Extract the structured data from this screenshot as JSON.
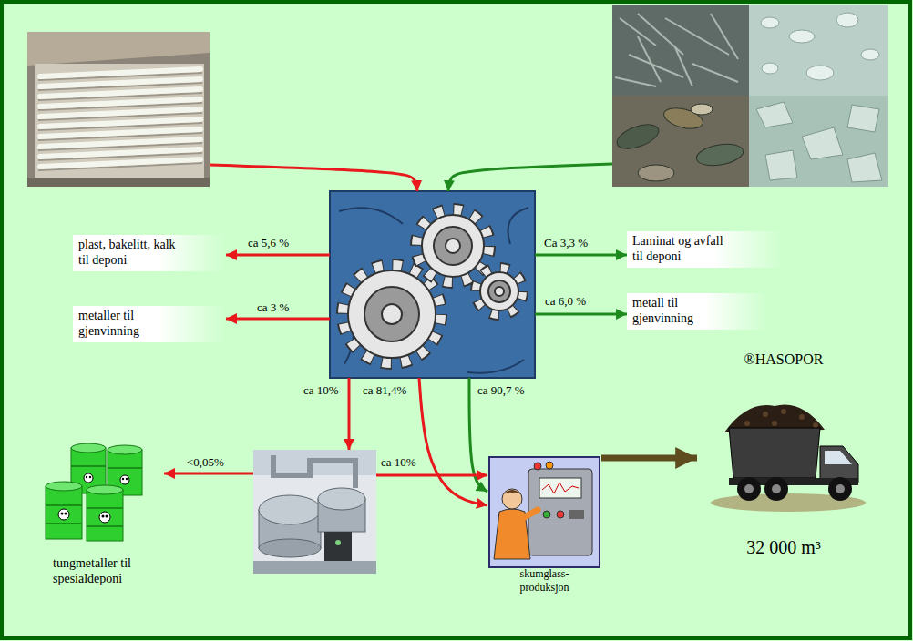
{
  "diagram": {
    "nodes": [
      {
        "text": []
      },
      {
        "text": []
      },
      {
        "text": []
      },
      {
        "text": [
          "plast, bakelitt, kalk til deponi"
        ]
      },
      {
        "text": [
          "metaller til gjenvinning"
        ]
      },
      {
        "text": [
          "Laminat og avfall til deponi"
        ]
      },
      {
        "text": [
          "metall til gjenvinning"
        ]
      },
      {
        "text": [
          "®HASOPOR",
          "32 000 m³"
        ]
      },
      {
        "text": [
          "tungmetaller til spesialdeponi"
        ]
      },
      {
        "text": []
      },
      {
        "text": [
          "skumglass-produksjon"
        ]
      }
    ],
    "edges": [
      {
        "from": 0,
        "to": 2,
        "arrow": "to"
      },
      {
        "from": 1,
        "to": 2,
        "arrow": "to"
      },
      {
        "from": 2,
        "to": 3,
        "label": "ca 5,6 %",
        "arrow": "to"
      },
      {
        "from": 2,
        "to": 4,
        "label": "ca 3 %",
        "arrow": "to"
      },
      {
        "from": 2,
        "to": 5,
        "label": "Ca 3,3 %",
        "arrow": "to"
      },
      {
        "from": 2,
        "to": 6,
        "label": "ca 6,0 %",
        "arrow": "to"
      },
      {
        "from": 2,
        "to": 9,
        "label": "ca 10%",
        "arrow": "to"
      },
      {
        "from": 2,
        "to": 10,
        "label": "ca 81,4%",
        "arrow": "to"
      },
      {
        "from": 2,
        "to": 10,
        "label": "ca 90,7 %",
        "arrow": "to"
      },
      {
        "from": 9,
        "to": 8,
        "label": "<0,05%",
        "arrow": "to"
      },
      {
        "from": 9,
        "to": 10,
        "label": "ca 10%",
        "arrow": "to"
      },
      {
        "from": 10,
        "to": 7,
        "arrow": "to"
      }
    ]
  }
}
